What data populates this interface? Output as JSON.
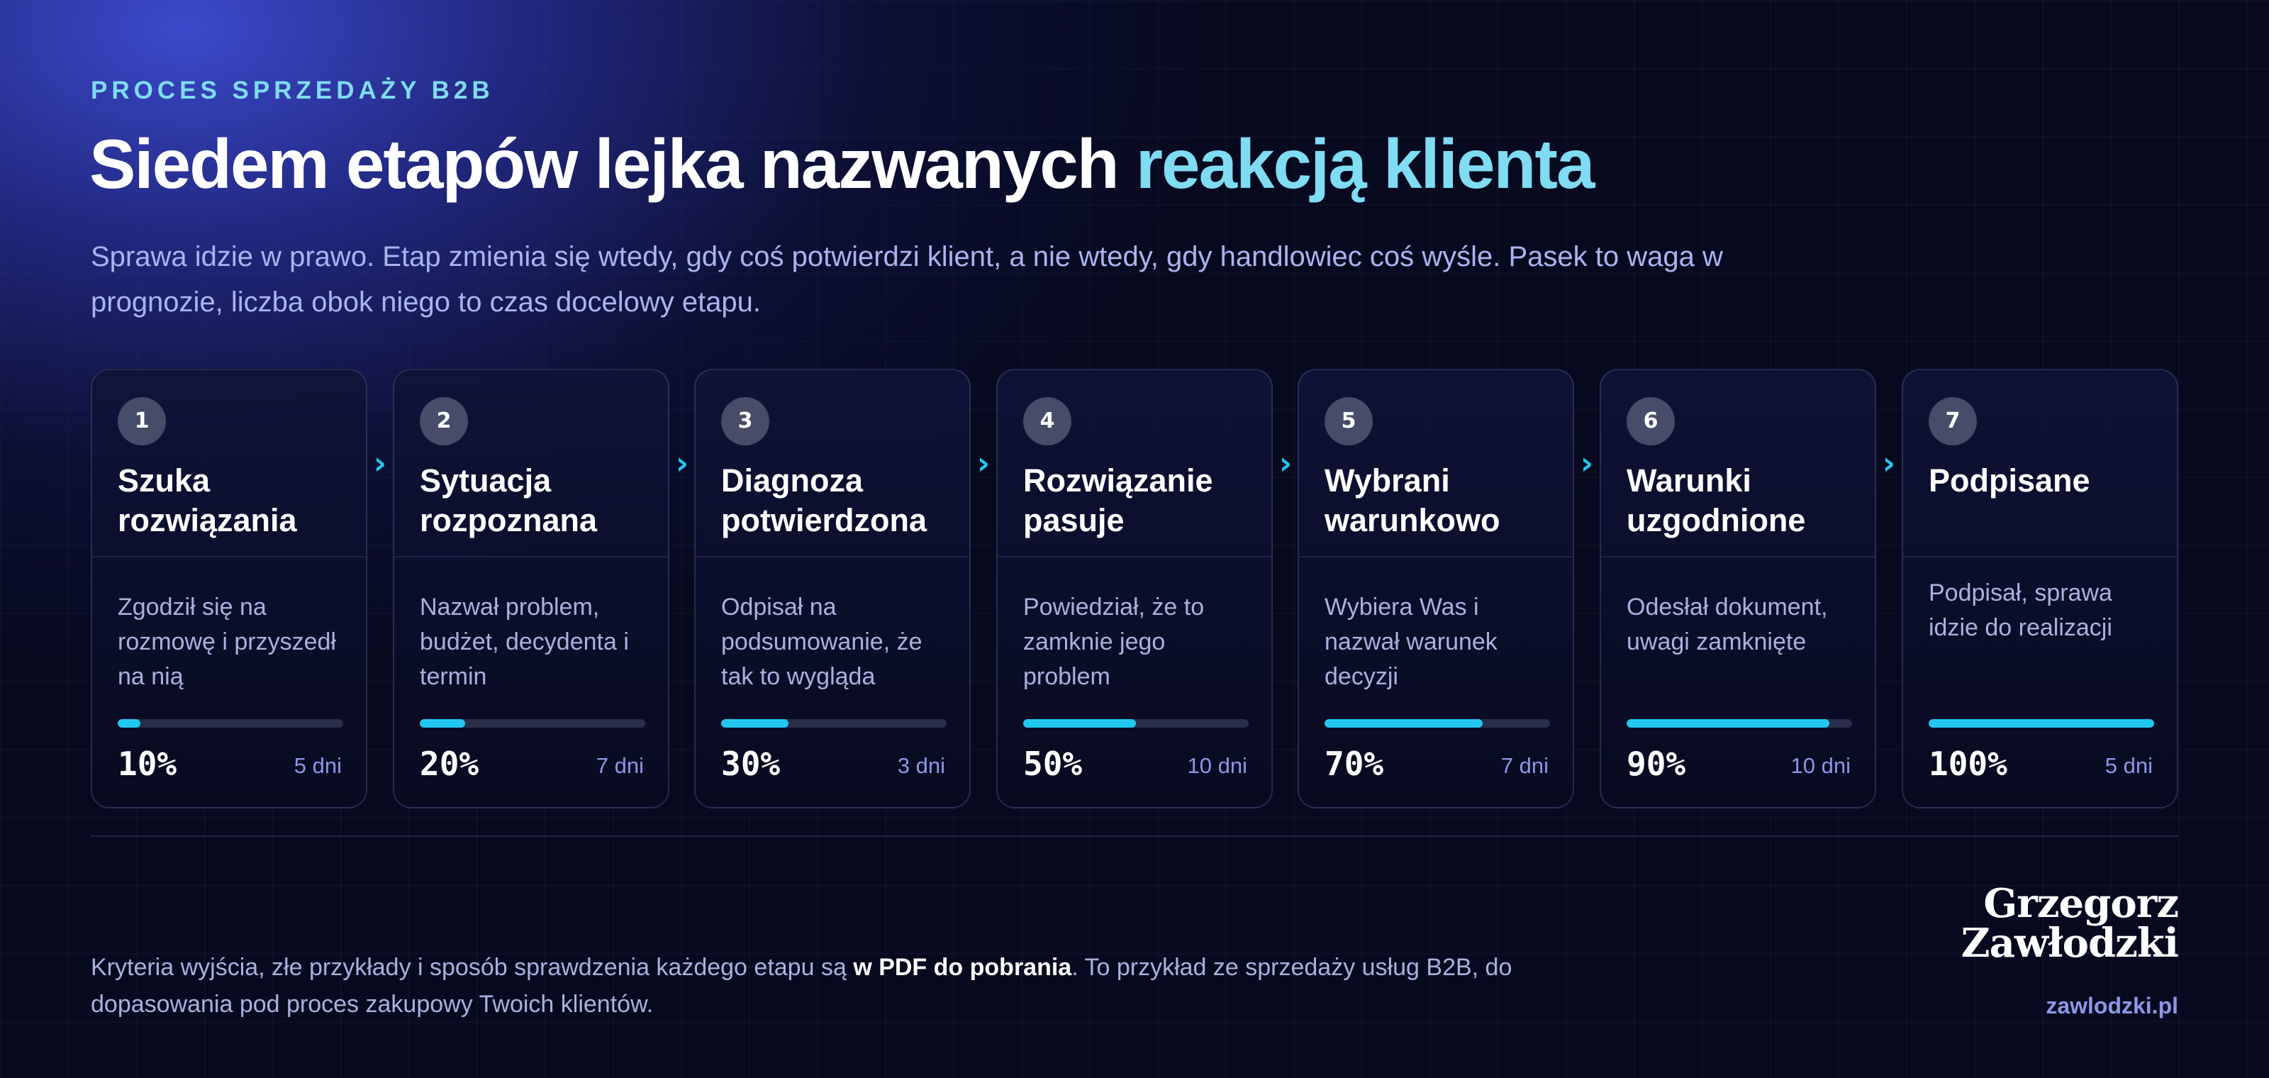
{
  "header": {
    "eyebrow": "PROCES SPRZEDAŻY B2B",
    "title_main": "Siedem etapów lejka nazwanych ",
    "title_accent": "reakcją klienta",
    "subtitle": "Sprawa idzie w prawo. Etap zmienia się wtedy, gdy coś potwierdzi klient, a nie wtedy, gdy handlowiec coś wyśle. Pasek to waga w prognozie, liczba obok niego to czas docelowy etapu."
  },
  "stages": [
    {
      "number": "1",
      "title": "Szuka rozwiązania",
      "description": "Zgodził się na rozmowę i przyszedł na nią",
      "weight": 10,
      "weight_label": "10%",
      "days": "5 dni"
    },
    {
      "number": "2",
      "title": "Sytuacja rozpoznana",
      "description": "Nazwał problem, budżet, decydenta i termin",
      "weight": 20,
      "weight_label": "20%",
      "days": "7 dni"
    },
    {
      "number": "3",
      "title": "Diagnoza potwierdzona",
      "description": "Odpisał na podsumowanie, że tak to wygląda",
      "weight": 30,
      "weight_label": "30%",
      "days": "3 dni"
    },
    {
      "number": "4",
      "title": "Rozwiązanie pasuje",
      "description": "Powiedział, że to zamknie jego problem",
      "weight": 50,
      "weight_label": "50%",
      "days": "10 dni"
    },
    {
      "number": "5",
      "title": "Wybrani warunkowo",
      "description": "Wybiera Was i nazwał warunek decyzji",
      "weight": 70,
      "weight_label": "70%",
      "days": "7 dni"
    },
    {
      "number": "6",
      "title": "Warunki uzgodnione",
      "description": "Odesłał dokument, uwagi zamknięte",
      "weight": 90,
      "weight_label": "90%",
      "days": "10 dni"
    },
    {
      "number": "7",
      "title": "Podpisane",
      "description": "Podpisał, sprawa idzie do realizacji",
      "weight": 100,
      "weight_label": "100%",
      "days": "5 dni"
    }
  ],
  "arrow_glyph": "›",
  "footer": {
    "note_before": "Kryteria wyjścia, złe przykłady i sposób sprawdzenia każdego etapu są ",
    "note_link": "w PDF do pobrania",
    "note_after": ". To przykład ze sprzedaży usług B2B, do dopasowania pod proces zakupowy Twoich klientów.",
    "signature_line1": "Grzegorz",
    "signature_line2": "Zawłodzki",
    "website": "zawlodzki.pl"
  },
  "colors": {
    "accent": "#7fdcf2",
    "bar_fill": "#22c7f0",
    "bar_track": "#2a2e4a",
    "days_text": "#8c97e6"
  },
  "icons": {
    "stage_connector": "chevron-right-icon"
  }
}
